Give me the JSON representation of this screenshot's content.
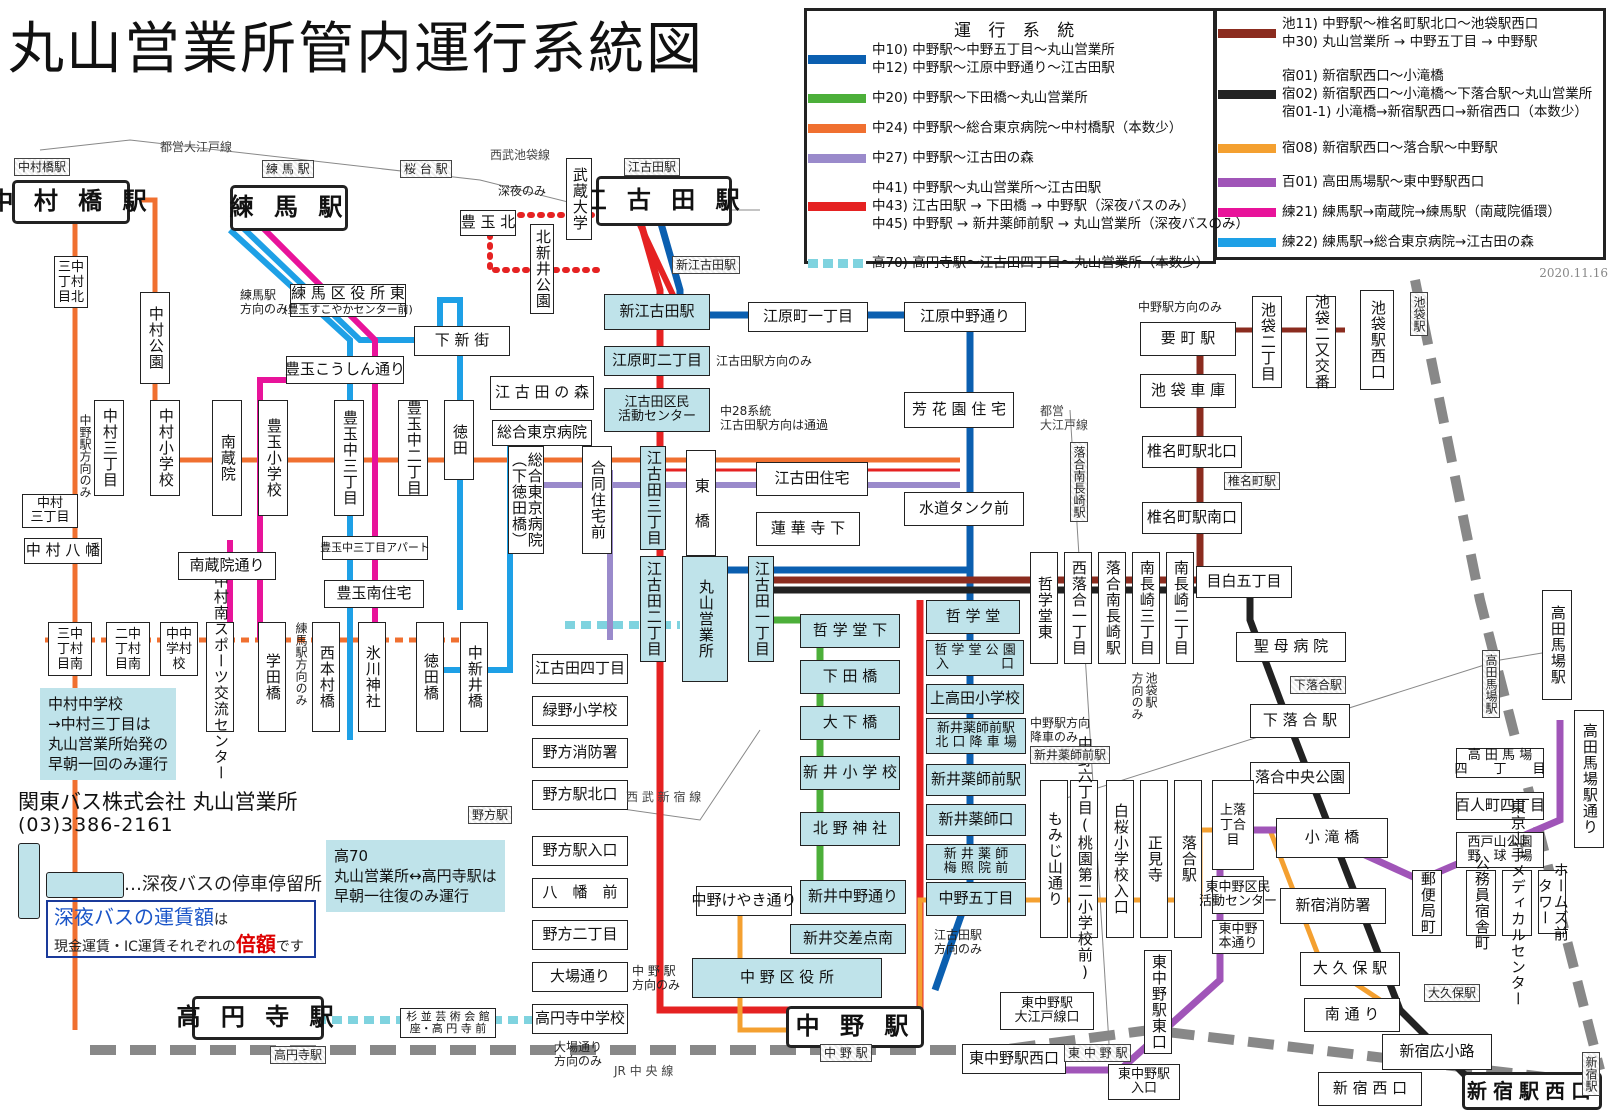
{
  "title": "丸山営業所管内運行系統図",
  "legend": {
    "heading": "運 行 系 統",
    "left": [
      {
        "color": "#0b5fb0",
        "style": "solid",
        "lines": [
          "中10) 中野駅～中野五丁目～丸山営業所",
          "中12) 中野駅～江原中野通り～江古田駅"
        ]
      },
      {
        "color": "#4caf3a",
        "style": "solid",
        "lines": [
          "中20) 中野駅～下田橋～丸山営業所"
        ]
      },
      {
        "color": "#f07030",
        "style": "solid",
        "lines": [
          "中24) 中野駅～総合東京病院～中村橋駅（本数少）"
        ]
      },
      {
        "color": "#9a8acb",
        "style": "solid",
        "lines": [
          "中27) 中野駅～江古田の森"
        ]
      },
      {
        "color": "#e52222",
        "style": "solid",
        "lines": [
          "中41) 中野駅～丸山営業所～江古田駅",
          "中43) 江古田駅 → 下田橋 → 中野駅（深夜バスのみ）",
          "中45) 中野駅 → 新井薬師前駅 → 丸山営業所（深夜バスのみ）"
        ]
      },
      {
        "color": "#7fd3df",
        "style": "dashed",
        "lines": [
          "高70) 高円寺駅～江古田四丁目～丸山営業所（本数少）"
        ]
      }
    ],
    "right": [
      {
        "color": "#8b2c1f",
        "style": "solid",
        "lines": [
          "池11) 中野駅～椎名町駅北口～池袋駅西口",
          "中30) 丸山営業所 → 中野五丁目 → 中野駅"
        ]
      },
      {
        "color": "#222222",
        "style": "solid",
        "lines": [
          "宿01) 新宿駅西口～小滝橋",
          "宿02) 新宿駅西口～小滝橋～下落合駅～丸山営業所",
          "宿01-1) 小滝橋→新宿駅西口→新宿西口（本数少）"
        ]
      },
      {
        "color": "#f4a030",
        "style": "solid",
        "lines": [
          "宿08)  新宿駅西口～落合駅～中野駅"
        ]
      },
      {
        "color": "#a055b8",
        "style": "solid",
        "lines": [
          "百01) 高田馬場駅～東中野駅西口"
        ]
      },
      {
        "color": "#e8139a",
        "style": "solid",
        "lines": [
          "練21) 練馬駅→南蔵院→練馬駅（南蔵院循環）"
        ]
      },
      {
        "color": "#1ea0e6",
        "style": "solid",
        "lines": [
          "練22) 練馬駅→総合東京病院→江古田の森"
        ]
      }
    ]
  },
  "date": "2020.11.16",
  "stops": [
    {
      "id": "nakamurabashi",
      "t": "中 村 橋 駅",
      "big": true
    },
    {
      "id": "nerima",
      "t": "練 馬 駅",
      "big": true
    },
    {
      "id": "ekoda",
      "t": "江 古 田 駅",
      "big": true
    },
    {
      "id": "koenji",
      "t": "高 円 寺 駅",
      "big": true
    },
    {
      "id": "nakano",
      "t": "中 野 駅",
      "big": true
    },
    {
      "id": "shinjuku",
      "t": "新宿駅西口",
      "big": true
    },
    {
      "id": "nakamura3",
      "t": "三中\n丁村\n目北"
    },
    {
      "id": "nakamurakoen",
      "t": "中村公園"
    },
    {
      "id": "nakamura3chome",
      "t": "中村三丁目"
    },
    {
      "id": "nakamurashogakko",
      "t": "中村小学校"
    },
    {
      "id": "nanzoin",
      "t": "南蔵院"
    },
    {
      "id": "toyotamasho",
      "t": "豊玉小学校"
    },
    {
      "id": "toyotamanaka3",
      "t": "豊玉中三丁目"
    },
    {
      "id": "toyotamanaka2",
      "t": "豊玉中二丁目"
    },
    {
      "id": "toku",
      "t": "徳田"
    },
    {
      "id": "nerimakuyakusho",
      "t": "練 馬 区 役 所 東"
    },
    {
      "id": "nerimakuyakusho_sub",
      "t": "(豊玉すこやかセンター前)"
    },
    {
      "id": "shimoshinkai",
      "t": "下 新 街"
    },
    {
      "id": "toyotamakoshin",
      "t": "豊玉こうしん通り"
    },
    {
      "id": "egotanomori",
      "t": "江 古 田 の 森"
    },
    {
      "id": "sogotokyohosp",
      "t": "総合東京病院"
    },
    {
      "id": "sogotokyohosp2",
      "t": "総合東京病院\n（下徳田橋）"
    },
    {
      "id": "godojutaku",
      "t": "合同住宅前"
    },
    {
      "id": "shinegoda",
      "t": "新江古田駅"
    },
    {
      "id": "ebara2",
      "t": "江原町二丁目"
    },
    {
      "id": "ebara1",
      "t": "江原町一丁目"
    },
    {
      "id": "ebaranakano",
      "t": "江原中野通り"
    },
    {
      "id": "egodakumin",
      "t": "江古田区民\n活動センター"
    },
    {
      "id": "egota3",
      "t": "江古田三丁目"
    },
    {
      "id": "egota2",
      "t": "江古田二丁目"
    },
    {
      "id": "egota1",
      "t": "江古田一丁目"
    },
    {
      "id": "azumabashi",
      "t": "東 橋"
    },
    {
      "id": "egotajutaku",
      "t": "江古田住宅"
    },
    {
      "id": "rengeji",
      "t": "蓮 華 寺 下"
    },
    {
      "id": "maruyama",
      "t": "丸山営業所"
    },
    {
      "id": "hokaen",
      "t": "芳 花 園 住 宅"
    },
    {
      "id": "suido",
      "t": "水道タンク前"
    },
    {
      "id": "tetsugakudoshita",
      "t": "哲 学 堂 下"
    },
    {
      "id": "shimoda",
      "t": "下 田 橋"
    },
    {
      "id": "oshita",
      "t": "大 下 橋"
    },
    {
      "id": "araisho",
      "t": "新 井 小 学 校"
    },
    {
      "id": "kitano",
      "t": "北 野 神 社"
    },
    {
      "id": "arainakano",
      "t": "新井中野通り"
    },
    {
      "id": "araikosaten",
      "t": "新井交差点南"
    },
    {
      "id": "nakanokuyakusho",
      "t": "中 野 区 役 所"
    },
    {
      "id": "nakanokeyaki",
      "t": "中野けやき通り"
    },
    {
      "id": "tetsugakudo",
      "t": "哲 学 堂"
    },
    {
      "id": "tetsugakudokoen",
      "t": "哲 学 堂 公 園\n入　　　　口"
    },
    {
      "id": "kamitakada",
      "t": "上高田小学校"
    },
    {
      "id": "araiyakushimae_kita",
      "t": "新井薬師前駅\n北 口 降 車 場"
    },
    {
      "id": "araiyakushimae",
      "t": "新井薬師前駅"
    },
    {
      "id": "araiyakushiguchi",
      "t": "新井薬師口"
    },
    {
      "id": "araiyakushibaisho",
      "t": "新 井 薬 師\n梅 照 院 前"
    },
    {
      "id": "nakano5",
      "t": "中野五丁目"
    },
    {
      "id": "kanamecho",
      "t": "要 町 駅"
    },
    {
      "id": "ikebukuroshako",
      "t": "池 袋 車 庫"
    },
    {
      "id": "shiinakita",
      "t": "椎名町駅北口"
    },
    {
      "id": "shiinaminami",
      "t": "椎名町駅南口"
    },
    {
      "id": "mejiro5",
      "t": "目白五丁目"
    },
    {
      "id": "ikebukuro2",
      "t": "池袋二丁目"
    },
    {
      "id": "ikebukuro2kosa",
      "t": "池袋二又交番"
    },
    {
      "id": "ikebukuronishi",
      "t": "池袋駅西口"
    },
    {
      "id": "seibo",
      "t": "聖 母 病 院"
    },
    {
      "id": "shimoochiai",
      "t": "下 落 合 駅"
    },
    {
      "id": "ochiaichuo",
      "t": "落合中央公園"
    },
    {
      "id": "otakibashi",
      "t": "小 滝 橋"
    },
    {
      "id": "shinjukushobo",
      "t": "新宿消防署"
    },
    {
      "id": "okubo",
      "t": "大 久 保 駅"
    },
    {
      "id": "minamidori",
      "t": "南 通 り"
    },
    {
      "id": "shinjukuhiro",
      "t": "新宿広小路"
    },
    {
      "id": "shinjukunishi",
      "t": "新 宿 西 口"
    },
    {
      "id": "takadanobaba",
      "t": "高田馬場駅"
    },
    {
      "id": "takadanobaba4",
      "t": "高 田 馬 場\n四　　丁　　目"
    },
    {
      "id": "hyakunin4",
      "t": "百人町四丁目"
    },
    {
      "id": "nishitoyama",
      "t": "西戸山公園\n野　球　場"
    },
    {
      "id": "takadanobabadori",
      "t": "高田馬場駅通り"
    },
    {
      "id": "tetsugakudo2",
      "t": "哲学堂東"
    },
    {
      "id": "nishiochiai1",
      "t": "西落合一丁目"
    },
    {
      "id": "ochiaiminami",
      "t": "落合南長崎駅"
    },
    {
      "id": "minaminagasaki3",
      "t": "南長崎三丁目"
    },
    {
      "id": "minaminagasaki2",
      "t": "南長崎二丁目"
    },
    {
      "id": "momiji",
      "t": "もみじ山通り"
    },
    {
      "id": "nakano6",
      "t": "中野六丁目(桃園第二小学校前)"
    },
    {
      "id": "hakuo",
      "t": "白桜小学校入口"
    },
    {
      "id": "shokenji",
      "t": "正見寺"
    },
    {
      "id": "ochiaieki",
      "t": "落合駅"
    },
    {
      "id": "kamiochiai",
      "t": "上落\n丁合\n目"
    },
    {
      "id": "higashinakano_kumin",
      "t": "東中野区民\n活動センター"
    },
    {
      "id": "higashinakano_hon",
      "t": "東中野\n本通り"
    },
    {
      "id": "higashinakano_higashi",
      "t": "東中野駅東口"
    },
    {
      "id": "higashinakano_oedo",
      "t": "東中野駅\n大江戸線口"
    },
    {
      "id": "higashinakano_nishi",
      "t": "東中野駅西口"
    },
    {
      "id": "higashinakano_iri",
      "t": "東中野駅\n入口"
    },
    {
      "id": "egoda4",
      "t": "江古田四丁目"
    },
    {
      "id": "midorino",
      "t": "緑野小学校"
    },
    {
      "id": "noshobo",
      "t": "野方消防署"
    },
    {
      "id": "nogatakita",
      "t": "野方駅北口"
    },
    {
      "id": "nogatairi",
      "t": "野方駅入口"
    },
    {
      "id": "hachiman",
      "t": "八　幡　前"
    },
    {
      "id": "nogata2",
      "t": "野方二丁目"
    },
    {
      "id": "obadori",
      "t": "大場通り"
    },
    {
      "id": "koenjichu",
      "t": "高円寺中学校"
    },
    {
      "id": "suginami",
      "t": "杉 並 芸 術 会 館\n座・高 円 寺 前"
    },
    {
      "id": "nakamura3chome2",
      "t": "中村\n三丁目"
    },
    {
      "id": "nakamurahachiman",
      "t": "中 村 八 幡"
    },
    {
      "id": "b1",
      "t": "三中\n丁村\n目南"
    },
    {
      "id": "b2",
      "t": "二中\n丁村\n目南"
    },
    {
      "id": "b3",
      "t": "中中\n学村\n校"
    },
    {
      "id": "b4",
      "t": "中村南スポーツ交流センター"
    },
    {
      "id": "b5",
      "t": "学田橋"
    },
    {
      "id": "b6",
      "t": "西本村橋"
    },
    {
      "id": "b7",
      "t": "氷川神社"
    },
    {
      "id": "b8",
      "t": "徳田橋"
    },
    {
      "id": "b9",
      "t": "中新井橋"
    },
    {
      "id": "nanzoindori",
      "t": "南蔵院通り"
    },
    {
      "id": "toyotamaminami",
      "t": "豊玉南住宅"
    },
    {
      "id": "toyotamaapart",
      "t": "豊玉中三丁目アパート"
    },
    {
      "id": "toyotamakita",
      "t": "豊 玉 北"
    },
    {
      "id": "kitaarai",
      "t": "北新井公園"
    },
    {
      "id": "musashi",
      "t": "武蔵大学"
    },
    {
      "id": "ochiaicopark",
      "t": "哲学堂東"
    },
    {
      "id": "honcho",
      "t": "ホームズ前\nタワー"
    },
    {
      "id": "kyoubun",
      "t": "東京山手メディカルセンター"
    },
    {
      "id": "kumin",
      "t": "公務員宿舎町"
    },
    {
      "id": "hyakuyubin",
      "t": "郵便局町"
    }
  ],
  "rail_labels": [
    "中村橋駅",
    "練 馬 駅",
    "桜 台 駅",
    "江古田駅",
    "新江古田駅",
    "椎名町駅",
    "下落合駅",
    "新井薬師前駅",
    "野方駅",
    "高円寺駅",
    "中 野 駅",
    "東 中 野 駅",
    "大久保駅",
    "新宿駅",
    "池袋駅",
    "高田馬場駅",
    "落合南長崎駅"
  ],
  "rail_lines": [
    "都営大江戸線",
    "西武池袋線",
    "都営\n大江戸線",
    "西 武 新 宿 線",
    "JR 中 央 線"
  ],
  "notes": {
    "nerima_dir": "練馬駅\n方向のみ",
    "ebara2_dir": "江古田駅方向のみ",
    "naka28": "中28系統\n江古田駅方向は通過",
    "shinyanomi": "深夜のみ",
    "nakano_dir_top": "中野駅方向のみ",
    "araiyakushi_dir": "中野駅方向\n降車のみ",
    "ikebukuro_dir": "池袋駅\n方向のみ",
    "egoda_dir": "江古田駅\n方向のみ",
    "nakano_dir2": "中 野 駅\n方向のみ",
    "obadori_dir": "大場通り\n方向のみ",
    "nakamura_dir": "中野駅方向のみ",
    "nerimashiyakusho_dir": "練馬駅方向のみ"
  },
  "info": {
    "nakamura": "中村中学校\n→中村三丁目は\n丸山営業所始発の\n早朝一回のみ運行",
    "ko70": "高70\n丸山営業所↔高円寺駅は\n早朝一往復のみ運行"
  },
  "company": "関東バス株式会社 丸山営業所",
  "phone": "(03)3386-2161",
  "night_stop_label": "…深夜バスの停車停留所",
  "fare": {
    "pre": "深夜バスの運賃額",
    "post1": "は",
    "line2a": "現金運賃・IC運賃それぞれの",
    "line2b": "倍額",
    "line2c": "です"
  }
}
